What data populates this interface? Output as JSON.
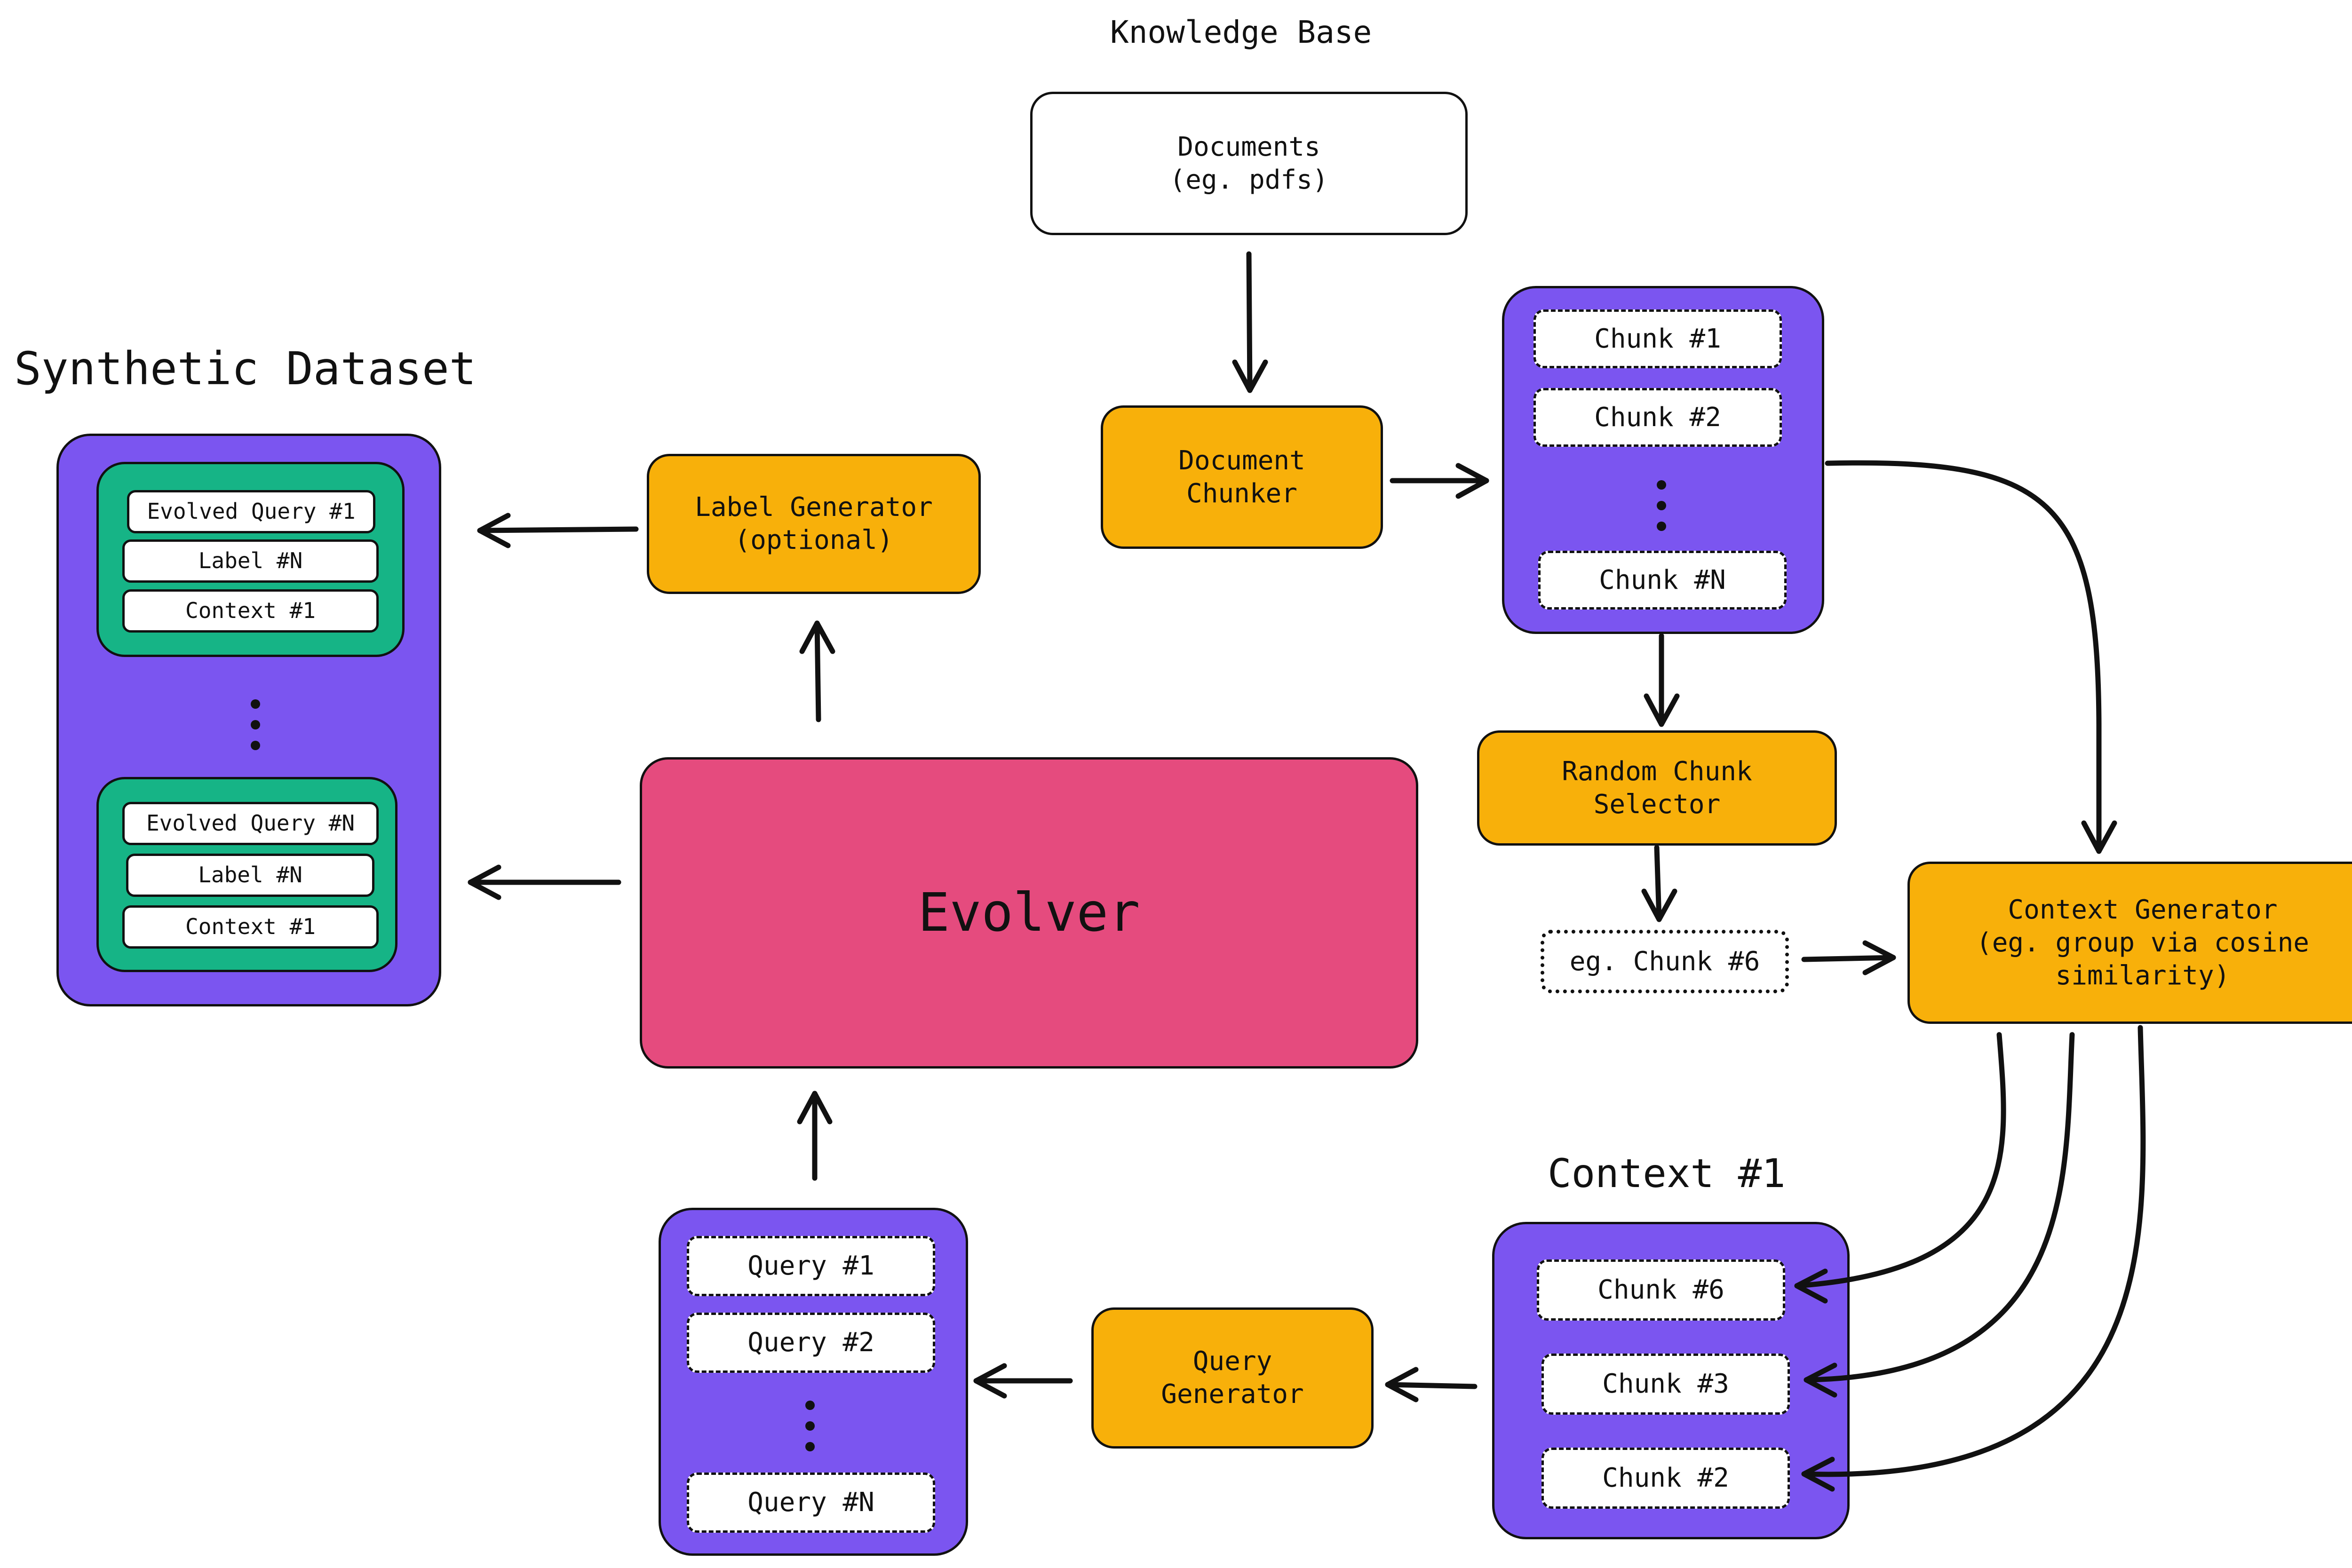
{
  "knowledge_base": {
    "title": "Knowledge Base",
    "documents": "Documents\n(eg. pdfs)"
  },
  "document_chunker": "Document\nChunker",
  "chunks": [
    "Chunk #1",
    "Chunk #2",
    "Chunk #N"
  ],
  "random_chunk_selector": "Random Chunk\nSelector",
  "example_chunk": "eg. Chunk #6",
  "context_generator": "Context Generator\n(eg. group via cosine\nsimilarity)",
  "context": {
    "title": "Context #1",
    "chunks": [
      "Chunk #6",
      "Chunk #3",
      "Chunk #2"
    ]
  },
  "query_generator": "Query\nGenerator",
  "queries": [
    "Query #1",
    "Query #2",
    "Query #N"
  ],
  "evolver": "Evolver",
  "label_generator": "Label Generator\n(optional)",
  "synthetic_dataset": {
    "title": "Synthetic Dataset",
    "groups": [
      {
        "query": "Evolved Query #1",
        "label": "Label #N",
        "context": "Context #1"
      },
      {
        "query": "Evolved Query #N",
        "label": "Label #N",
        "context": "Context #1"
      }
    ]
  },
  "colors": {
    "orange": "#f8b00a",
    "purple": "#7b55f0",
    "green": "#16b486",
    "pink": "#e54b7e"
  }
}
